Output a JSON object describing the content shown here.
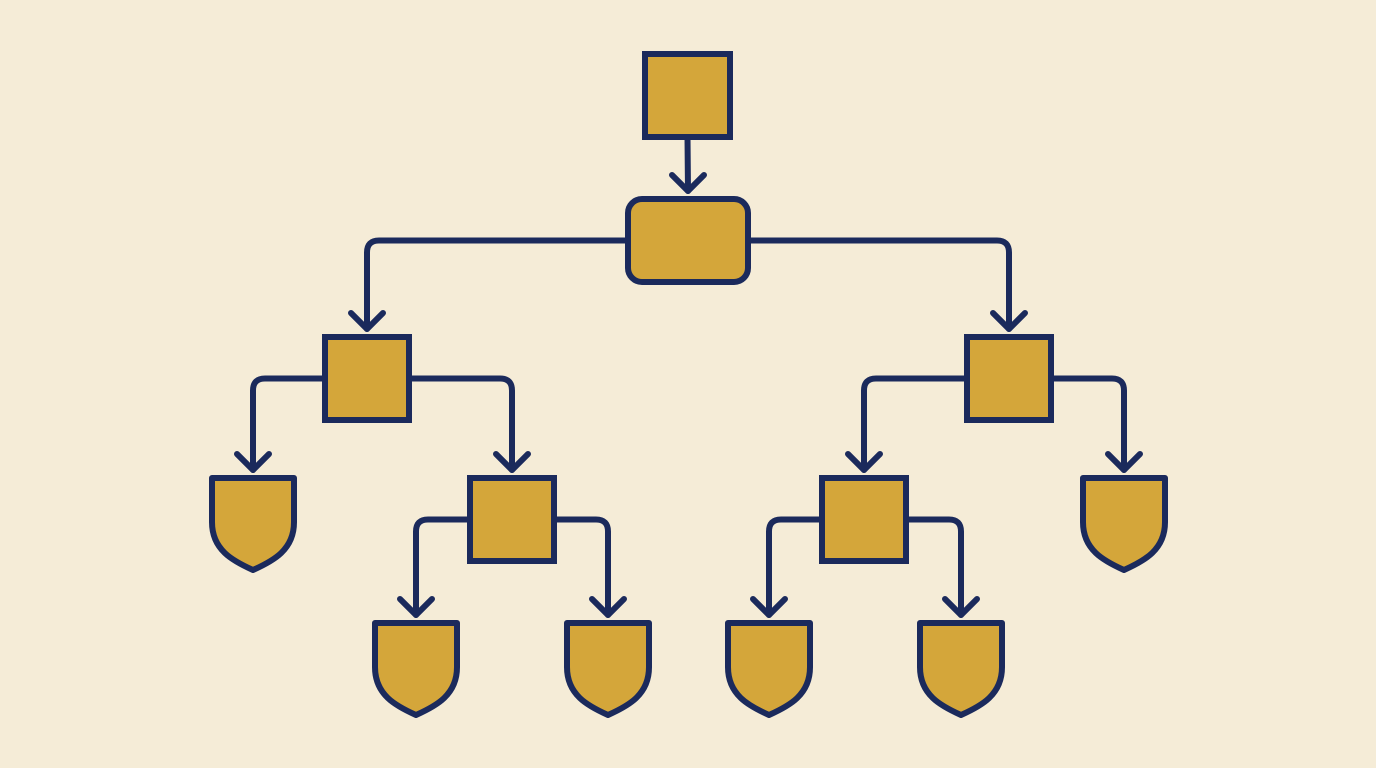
{
  "diagram": {
    "colors": {
      "background": "#f5ecd7",
      "node_fill": "#d4a63a",
      "stroke": "#1b2a5c"
    },
    "nodes": [
      {
        "id": "root",
        "shape": "square"
      },
      {
        "id": "hub",
        "shape": "rounded-rectangle"
      },
      {
        "id": "left-branch",
        "shape": "square"
      },
      {
        "id": "right-branch",
        "shape": "square"
      },
      {
        "id": "left-leaf-1",
        "shape": "shield"
      },
      {
        "id": "left-sub-branch",
        "shape": "square"
      },
      {
        "id": "right-sub-branch",
        "shape": "square"
      },
      {
        "id": "right-leaf-1",
        "shape": "shield"
      },
      {
        "id": "left-leaf-2",
        "shape": "shield"
      },
      {
        "id": "left-leaf-3",
        "shape": "shield"
      },
      {
        "id": "right-leaf-2",
        "shape": "shield"
      },
      {
        "id": "right-leaf-3",
        "shape": "shield"
      }
    ],
    "edges": [
      {
        "from": "root",
        "to": "hub"
      },
      {
        "from": "hub",
        "to": "left-branch"
      },
      {
        "from": "hub",
        "to": "right-branch"
      },
      {
        "from": "left-branch",
        "to": "left-leaf-1"
      },
      {
        "from": "left-branch",
        "to": "left-sub-branch"
      },
      {
        "from": "right-branch",
        "to": "right-sub-branch"
      },
      {
        "from": "right-branch",
        "to": "right-leaf-1"
      },
      {
        "from": "left-sub-branch",
        "to": "left-leaf-2"
      },
      {
        "from": "left-sub-branch",
        "to": "left-leaf-3"
      },
      {
        "from": "right-sub-branch",
        "to": "right-leaf-2"
      },
      {
        "from": "right-sub-branch",
        "to": "right-leaf-3"
      }
    ]
  }
}
